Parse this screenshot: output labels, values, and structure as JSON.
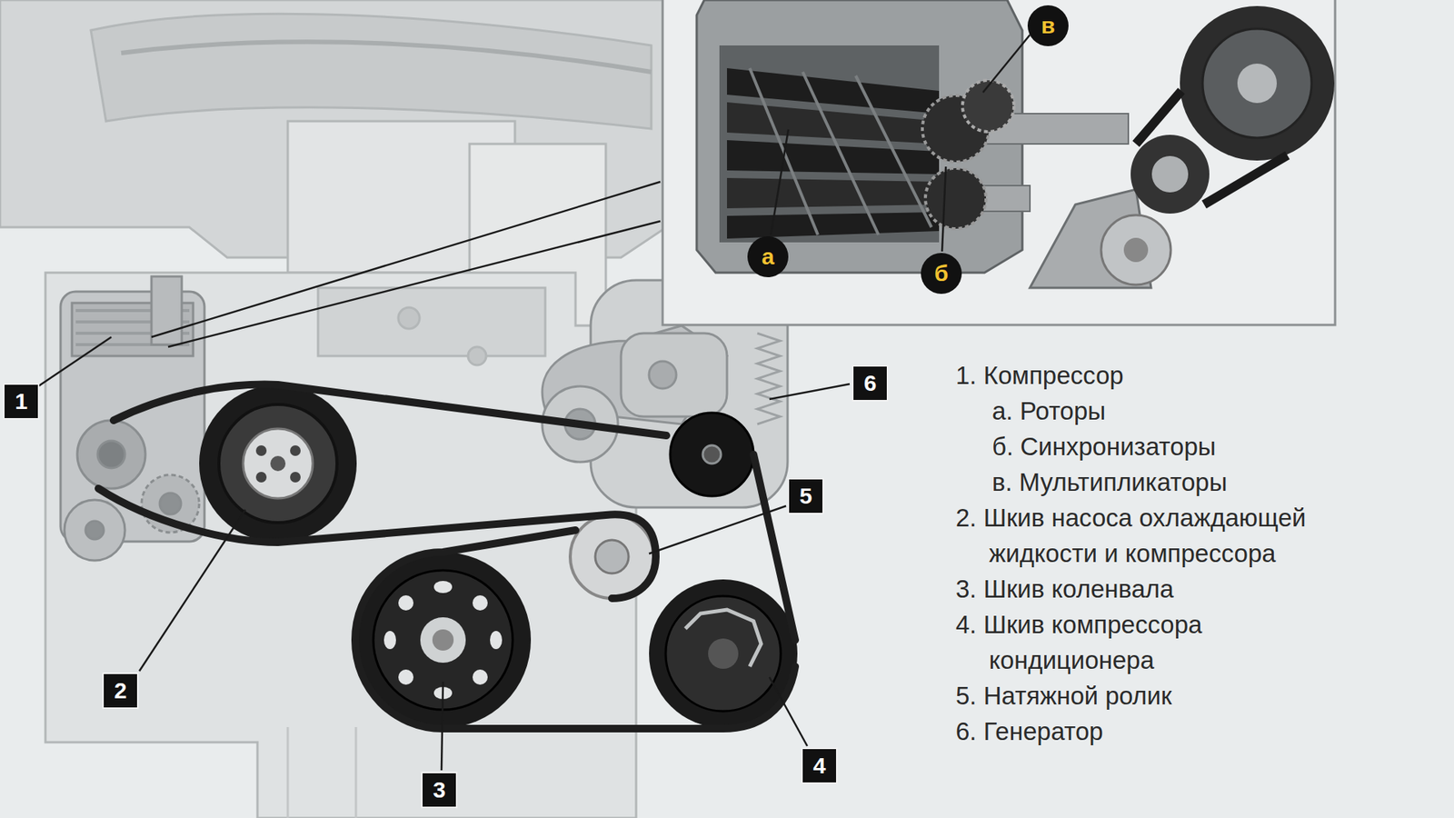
{
  "diagram": {
    "labels": [
      "в",
      "а",
      "б",
      "1",
      "6",
      "5",
      "2",
      "4",
      "3",
      "1. Компрессор",
      "а. Роторы",
      "б. Синхронизаторы",
      "в. Мультипликаторы",
      "2. Шкив насоса охлаждающей жидкости и компрессора",
      "3. Шкив коленвала",
      "4. Шкив компрессора кондиционера",
      "5. Натяжной ролик",
      "6. Генератор"
    ]
  }
}
